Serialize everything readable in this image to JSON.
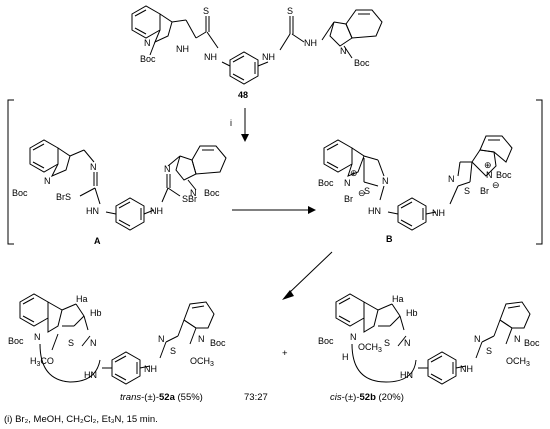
{
  "compound_48": {
    "label": "48",
    "boc": "Boc",
    "nh": "NH",
    "s": "S"
  },
  "step": {
    "reagent_marker": "i"
  },
  "intermediate_A": {
    "label": "A",
    "sbr": "SBr",
    "brs": "BrS",
    "boc": "Boc",
    "hn": "HN",
    "nh": "NH",
    "n": "N"
  },
  "intermediate_B": {
    "label": "B",
    "boc": "Boc",
    "br": "Br",
    "n": "N",
    "s": "S",
    "hn": "HN",
    "nh": "NH"
  },
  "products": {
    "plus": "+",
    "ratio": "73:27",
    "trans_prefix": "trans",
    "trans_racemic": "-(±)-",
    "trans_number": "52a",
    "trans_yield": "(55%)",
    "cis_prefix": "cis",
    "cis_racemic": "-(±)-",
    "cis_number": "52b",
    "cis_yield": "(20%)",
    "ha": "Ha",
    "hb": "Hb",
    "h": "H",
    "och3": "OCH",
    "h3co": "H",
    "boc": "Boc",
    "n": "N",
    "s": "S",
    "hn": "HN",
    "nh": "NH"
  },
  "conditions": "(i) Br₂, MeOH, CH₂Cl₂, Et₃N, 15 min."
}
